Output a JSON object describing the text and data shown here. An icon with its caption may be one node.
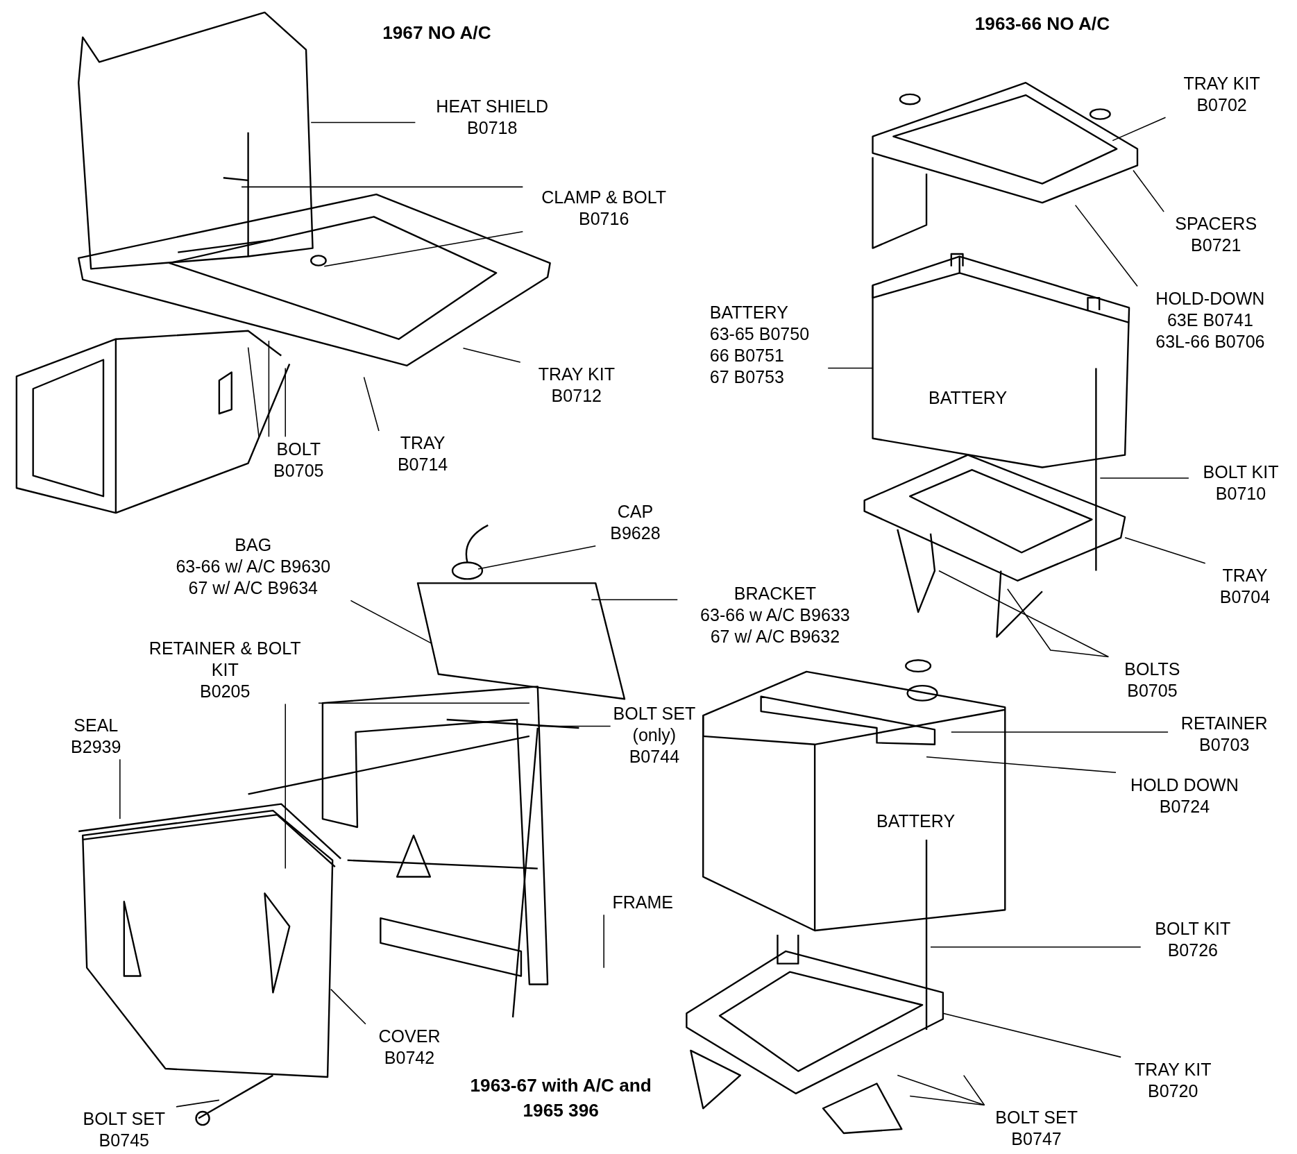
{
  "diagram": {
    "nodes": [
      {
        "text": [
          "HEAT SHIELD",
          "B0718"
        ]
      },
      {
        "text": [
          "CLAMP & BOLT",
          "B0716"
        ]
      },
      {
        "text": [
          "TRAY KIT",
          "B0712"
        ]
      },
      {
        "text": [
          "TRAY",
          "B0714"
        ]
      },
      {
        "text": [
          "BOLT",
          "B0705"
        ]
      },
      {
        "text": [
          "TRAY KIT",
          "B0702"
        ]
      },
      {
        "text": [
          "SPACERS",
          "B0721"
        ]
      },
      {
        "text": [
          "HOLD-DOWN",
          "63E  B0741",
          "63L-66  B0706"
        ]
      },
      {
        "text": [
          "BATTERY",
          "63-65 B0750",
          "66 B0751",
          "67 B0753"
        ]
      },
      {
        "text": [
          "BOLT KIT",
          "B0710"
        ]
      },
      {
        "text": [
          "TRAY",
          "B0704"
        ]
      },
      {
        "text": [
          "BOLTS",
          "B0705"
        ]
      },
      {
        "text": [
          "RETAINER",
          "B0703"
        ]
      },
      {
        "text": [
          "HOLD DOWN",
          "B0724"
        ]
      },
      {
        "text": [
          "BOLT KIT",
          "B0726"
        ]
      },
      {
        "text": [
          "TRAY KIT",
          "B0720"
        ]
      },
      {
        "text": [
          "BOLT SET",
          "B0747"
        ]
      },
      {
        "text": [
          "CAP",
          "B9628"
        ]
      },
      {
        "text": [
          "BAG",
          "63-66 w/ A/C  B9630",
          "67 w/ A/C  B9634"
        ]
      },
      {
        "text": [
          "BRACKET",
          "63-66 w A/C  B9633",
          "67 w/ A/C  B9632"
        ]
      },
      {
        "text": [
          "RETAINER & BOLT KIT",
          "B0205"
        ]
      },
      {
        "text": [
          "BOLT SET",
          "(only)",
          "B0744"
        ]
      },
      {
        "text": [
          "SEAL",
          "B2939"
        ]
      },
      {
        "text": [
          "FRAME"
        ]
      },
      {
        "text": [
          "COVER",
          "B0742"
        ]
      },
      {
        "text": [
          "BOLT SET",
          "B0745"
        ]
      }
    ],
    "edges": [
      {
        "from": 0,
        "to": null,
        "arrow": "none"
      },
      {
        "from": 1,
        "to": null,
        "arrow": "none"
      },
      {
        "from": 1,
        "to": null,
        "arrow": "none"
      },
      {
        "from": 2,
        "to": null,
        "arrow": "none"
      },
      {
        "from": 3,
        "to": null,
        "arrow": "none"
      },
      {
        "from": 4,
        "to": null,
        "arrow": "none"
      },
      {
        "from": 4,
        "to": null,
        "arrow": "none"
      },
      {
        "from": 4,
        "to": null,
        "arrow": "none"
      },
      {
        "from": 5,
        "to": null,
        "arrow": "none"
      },
      {
        "from": 6,
        "to": null,
        "arrow": "none"
      },
      {
        "from": 7,
        "to": null,
        "arrow": "none"
      },
      {
        "from": 8,
        "to": null,
        "arrow": "none"
      },
      {
        "from": 9,
        "to": null,
        "arrow": "none"
      },
      {
        "from": 10,
        "to": null,
        "arrow": "none"
      },
      {
        "from": 11,
        "to": null,
        "arrow": "none"
      },
      {
        "from": 11,
        "to": null,
        "arrow": "none"
      },
      {
        "from": 12,
        "to": null,
        "arrow": "none"
      },
      {
        "from": 13,
        "to": null,
        "arrow": "none"
      },
      {
        "from": 14,
        "to": null,
        "arrow": "none"
      },
      {
        "from": 15,
        "to": null,
        "arrow": "none"
      },
      {
        "from": 16,
        "to": null,
        "arrow": "none"
      },
      {
        "from": 16,
        "to": null,
        "arrow": "none"
      },
      {
        "from": 16,
        "to": null,
        "arrow": "none"
      },
      {
        "from": 17,
        "to": null,
        "arrow": "none"
      },
      {
        "from": 18,
        "to": null,
        "arrow": "none"
      },
      {
        "from": 19,
        "to": null,
        "arrow": "none"
      },
      {
        "from": 20,
        "to": null,
        "arrow": "none"
      },
      {
        "from": 20,
        "to": null,
        "arrow": "none"
      },
      {
        "from": 21,
        "to": null,
        "arrow": "none"
      },
      {
        "from": 22,
        "to": null,
        "arrow": "none"
      },
      {
        "from": 23,
        "to": null,
        "arrow": "none"
      },
      {
        "from": 24,
        "to": null,
        "arrow": "none"
      },
      {
        "from": 25,
        "to": null,
        "arrow": "none"
      }
    ],
    "labels": [
      "1963-66 NO A/C",
      "1967 NO A/C",
      "BATTERY",
      "BATTERY",
      "1963-67 with A/C and 1965 396"
    ]
  }
}
